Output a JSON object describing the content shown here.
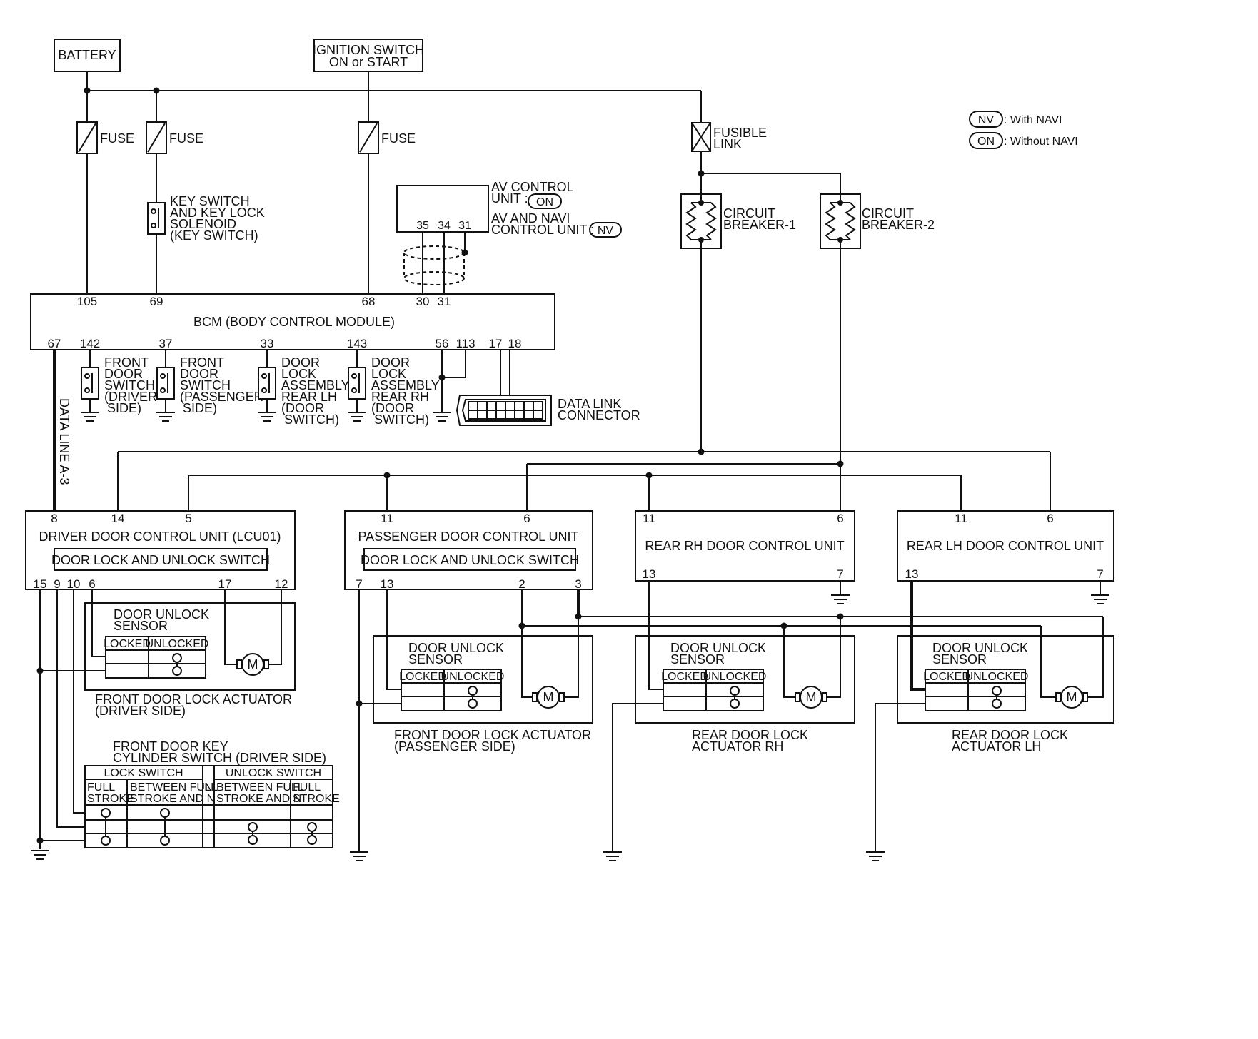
{
  "legend": {
    "nv_tag": "NV",
    "nv_text": ": With NAVI",
    "on_tag": "ON",
    "on_text": ": Without NAVI"
  },
  "power": {
    "battery": "BATTERY",
    "ignition_l1": "IGNITION SWITCH",
    "ignition_l2": "ON or START",
    "fuse": "FUSE",
    "fusible_l1": "FUSIBLE",
    "fusible_l2": "LINK",
    "cb1_l1": "CIRCUIT",
    "cb1_l2": "BREAKER-1",
    "cb2_l1": "CIRCUIT",
    "cb2_l2": "BREAKER-2"
  },
  "key_switch": {
    "l1": "KEY SWITCH",
    "l2": "AND KEY LOCK",
    "l3": "SOLENOID",
    "l4": "(KEY SWITCH)"
  },
  "av_unit": {
    "l1": "AV CONTROL",
    "l2": "UNIT :",
    "tag_on": "ON",
    "l3": "AV AND NAVI",
    "l4": "CONTROL UNIT :",
    "tag_nv": "NV",
    "pin35": "35",
    "pin34": "34",
    "pin31": "31"
  },
  "bcm": {
    "title": "BCM (BODY CONTROL MODULE)",
    "top_pins": {
      "p105": "105",
      "p69": "69",
      "p68": "68",
      "p30": "30",
      "p31": "31"
    },
    "bottom_pins": {
      "p67": "67",
      "p142": "142",
      "p37": "37",
      "p33": "33",
      "p143": "143",
      "p56": "56",
      "p113": "113",
      "p17": "17",
      "p18": "18"
    }
  },
  "switches": {
    "front_driver": [
      "FRONT",
      "DOOR",
      "SWITCH",
      "(DRIVER",
      "SIDE)"
    ],
    "front_passenger": [
      "FRONT",
      "DOOR",
      "SWITCH",
      "(PASSENGER",
      "SIDE)"
    ],
    "lock_rear_lh": [
      "DOOR",
      "LOCK",
      "ASSEMBLY",
      "REAR LH",
      "(DOOR",
      "SWITCH)"
    ],
    "lock_rear_rh": [
      "DOOR",
      "LOCK",
      "ASSEMBLY",
      "REAR RH",
      "(DOOR",
      "SWITCH)"
    ]
  },
  "data_link": {
    "l1": "DATA LINK",
    "l2": "CONNECTOR"
  },
  "data_line": "DATA LINE A-3",
  "driver_unit": {
    "title": "DRIVER DOOR CONTROL UNIT (LCU01)",
    "switch": "DOOR LOCK AND UNLOCK SWITCH",
    "pins_top": {
      "p8": "8",
      "p14": "14",
      "p5": "5"
    },
    "pins_bottom": {
      "p15": "15",
      "p9": "9",
      "p10": "10",
      "p6": "6",
      "p17": "17",
      "p12": "12"
    }
  },
  "passenger_unit": {
    "title": "PASSENGER DOOR CONTROL UNIT",
    "switch": "DOOR LOCK AND UNLOCK SWITCH",
    "pins_top": {
      "p11": "11",
      "p6": "6"
    },
    "pins_bottom": {
      "p7": "7",
      "p13": "13",
      "p2": "2",
      "p3": "3"
    }
  },
  "rear_rh_unit": {
    "title": "REAR RH DOOR CONTROL UNIT",
    "p11": "11",
    "p6": "6",
    "p13": "13",
    "p7": "7"
  },
  "rear_lh_unit": {
    "title": "REAR LH DOOR CONTROL UNIT",
    "p11": "11",
    "p6": "6",
    "p13": "13",
    "p7": "7"
  },
  "sensor": {
    "l1": "DOOR UNLOCK",
    "l2": "SENSOR",
    "locked": "LOCKED",
    "unlocked": "UNLOCKED",
    "motor": "M"
  },
  "actuators": {
    "driver": {
      "l1": "FRONT DOOR LOCK ACTUATOR",
      "l2": "(DRIVER SIDE)"
    },
    "passenger": {
      "l1": "FRONT DOOR LOCK ACTUATOR",
      "l2": "(PASSENGER SIDE)"
    },
    "rear_rh": {
      "l1": "REAR DOOR LOCK",
      "l2": "ACTUATOR RH"
    },
    "rear_lh": {
      "l1": "REAR DOOR LOCK",
      "l2": "ACTUATOR LH"
    }
  },
  "key_cylinder": {
    "l1": "FRONT DOOR KEY",
    "l2": "CYLINDER SWITCH (DRIVER SIDE)",
    "lock_switch": "LOCK SWITCH",
    "unlock_switch": "UNLOCK SWITCH",
    "n": "N",
    "full": "FULL",
    "stroke": "STROKE",
    "between": "BETWEEN FULL",
    "stroke_and_n": "STROKE AND N"
  }
}
